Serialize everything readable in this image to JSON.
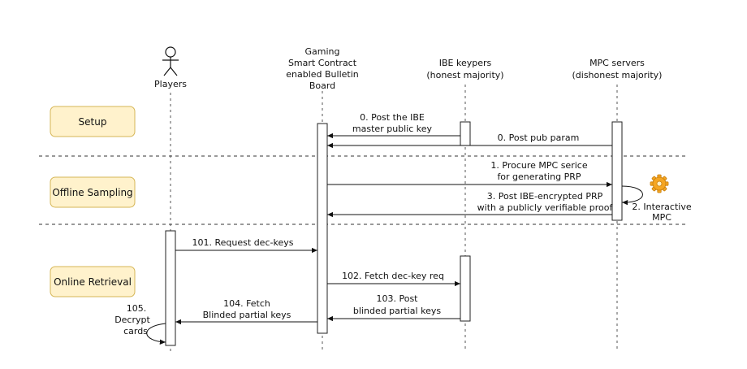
{
  "participants": {
    "players": "Players",
    "contract": [
      "Gaming",
      "Smart Contract",
      "enabled Bulletin",
      "Board"
    ],
    "ibe": [
      "IBE keypers",
      "(honest majority)"
    ],
    "mpc": [
      "MPC servers",
      "(dishonest majority)"
    ]
  },
  "phases": {
    "setup": "Setup",
    "offline": "Offline Sampling",
    "online": "Online Retrieval"
  },
  "messages": {
    "m0a": [
      "0. Post the IBE",
      "master public key"
    ],
    "m0b": "0. Post pub param",
    "m1": [
      "1. Procure MPC serice",
      "for generating PRP"
    ],
    "m2": [
      "2. Interactive",
      "MPC"
    ],
    "m3": [
      "3. Post IBE-encrypted PRP",
      "with a publicly verifiable proof"
    ],
    "m101": "101. Request dec-keys",
    "m102": "102. Fetch dec-key req",
    "m103": [
      "103. Post",
      "blinded partial keys"
    ],
    "m104": [
      "104. Fetch",
      "Blinded partial keys"
    ],
    "m105": [
      "105.",
      "Decrypt",
      "cards"
    ]
  },
  "colors": {
    "phase_fill": "#fff2cc",
    "phase_border": "#d6b656",
    "gear": "#f5a623"
  },
  "icons": {
    "actor": "stick-figure-icon",
    "gear": "gear-icon"
  }
}
